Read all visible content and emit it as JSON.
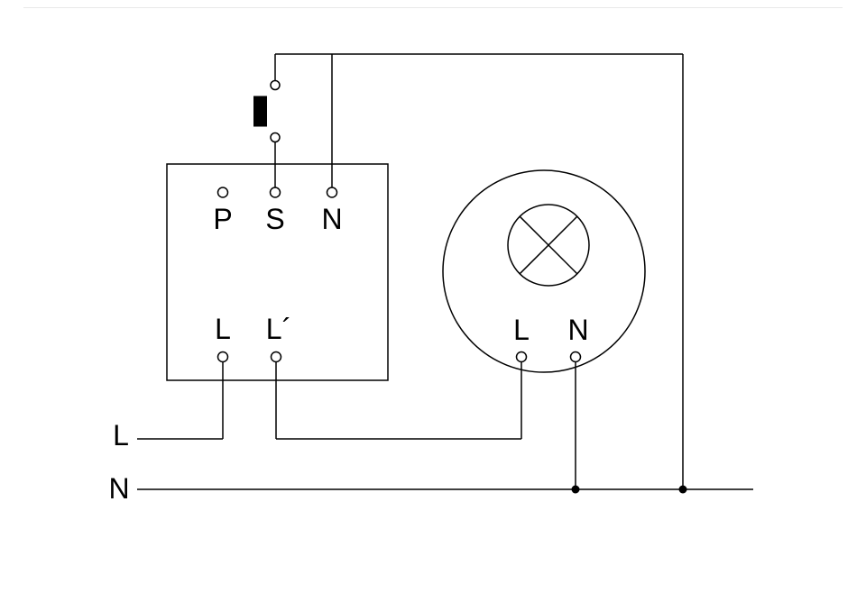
{
  "diagram": {
    "type": "wiring-schematic",
    "sensor_box": {
      "terminal_p": "P",
      "terminal_s": "S",
      "terminal_n": "N",
      "terminal_l": "L",
      "terminal_l_prime": "L´"
    },
    "lamp": {
      "terminal_l": "L",
      "terminal_n": "N"
    },
    "supply": {
      "line_l": "L",
      "line_n": "N"
    },
    "colors": {
      "line": "#000000",
      "background": "#ffffff"
    }
  }
}
